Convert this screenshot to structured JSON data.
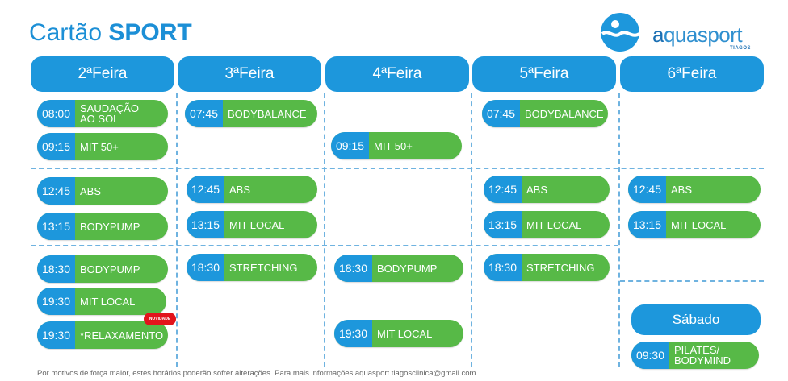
{
  "header": {
    "title_light": "Cartão ",
    "title_bold": "SPORT"
  },
  "brand": {
    "name_a": "a",
    "name_rest": "quasport",
    "sub": "TIAGOS",
    "logo_icon": "aquasport-wave-icon"
  },
  "days": [
    "2ªFeira",
    "3ªFeira",
    "4ªFeira",
    "5ªFeira",
    "6ªFeira"
  ],
  "classes": {
    "mon": [
      {
        "time": "08:00",
        "name": "SAUDAÇÃO\nAO SOL"
      },
      {
        "time": "09:15",
        "name": "MIT 50+"
      },
      {
        "time": "12:45",
        "name": "ABS"
      },
      {
        "time": "13:15",
        "name": "BODYPUMP"
      },
      {
        "time": "18:30",
        "name": "BODYPUMP"
      },
      {
        "time": "19:30",
        "name": "MIT LOCAL"
      },
      {
        "time": "19:30",
        "name": "*RELAXAMENTO"
      }
    ],
    "tue": [
      {
        "time": "07:45",
        "name": "BODYBALANCE"
      },
      {
        "time": "12:45",
        "name": "ABS"
      },
      {
        "time": "13:15",
        "name": "MIT LOCAL"
      },
      {
        "time": "18:30",
        "name": "STRETCHING"
      }
    ],
    "wed": [
      {
        "time": "09:15",
        "name": "MIT 50+"
      },
      {
        "time": "18:30",
        "name": "BODYPUMP"
      },
      {
        "time": "19:30",
        "name": "MIT LOCAL"
      }
    ],
    "thu": [
      {
        "time": "07:45",
        "name": "BODYBALANCE"
      },
      {
        "time": "12:45",
        "name": "ABS"
      },
      {
        "time": "13:15",
        "name": "MIT LOCAL"
      },
      {
        "time": "18:30",
        "name": "STRETCHING"
      }
    ],
    "fri": [
      {
        "time": "12:45",
        "name": "ABS"
      },
      {
        "time": "13:15",
        "name": "MIT LOCAL"
      }
    ],
    "sat": [
      {
        "time": "09:30",
        "name": "PILATES/\nBODYMIND"
      }
    ]
  },
  "saturday_label": "Sábado",
  "badge": "NOVIDADE",
  "footer": "Por motivos de força maior, estes horários poderão sofrer alterações.  Para mais informações aquasport.tiagosclinica@gmail.com",
  "colors": {
    "blue": "#1d97dc",
    "green": "#57b947",
    "red": "#e2141c"
  }
}
